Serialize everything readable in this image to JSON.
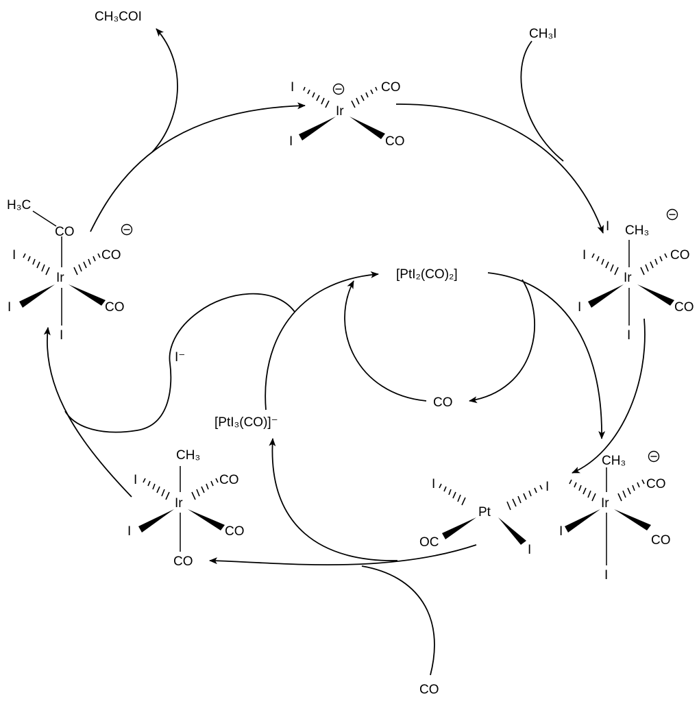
{
  "reagents": {
    "product_acetyl_iodide": "CH₃COI",
    "reactant_methyl_iodide": "CH₃I",
    "carbon_monoxide_in": "CO",
    "iodide_ion": "I⁻"
  },
  "platinum_species": {
    "pt_diiodo_dicarbonyl": "[PtI₂(CO)₂]",
    "pt_triiodo_carbonyl": "[PtI₃(CO)]⁻",
    "co_released": "CO"
  },
  "atoms": {
    "iridium": "Ir",
    "platinum": "Pt",
    "iodine": "I",
    "carbonyl": "CO",
    "carbonyl_reversed": "OC",
    "methyl": "CH₃",
    "methyl_left": "H₃C"
  },
  "charge_symbol": "⊖"
}
